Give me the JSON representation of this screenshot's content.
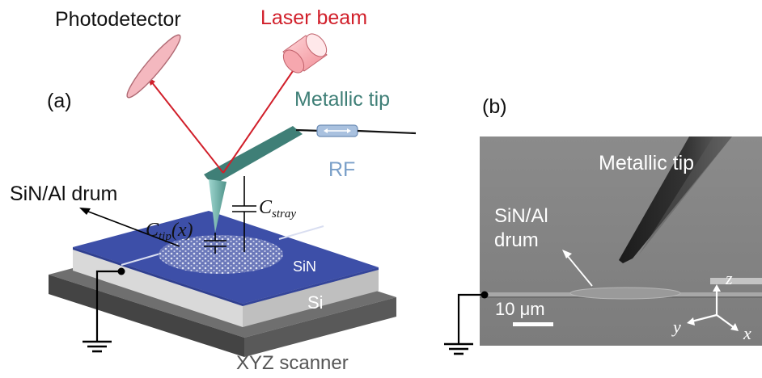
{
  "panel_a": {
    "label": "(a)",
    "photodetector": "Photodetector",
    "laser_beam": "Laser beam",
    "metallic_tip": "Metallic tip",
    "rf": "RF",
    "drum": "SiN/Al drum",
    "c_stray_main": "C",
    "c_stray_sub": "stray",
    "c_tip_main": "C",
    "c_tip_sub": "tip",
    "c_tip_arg": "(x)",
    "sin": "SiN",
    "si": "Si",
    "scanner": "XYZ scanner"
  },
  "panel_b": {
    "label": "(b)",
    "metallic_tip": "Metallic tip",
    "drum_line1": "SiN/Al",
    "drum_line2": "drum",
    "scale_bar": "10 μm",
    "axis_z": "z",
    "axis_y": "y",
    "axis_x": "x"
  },
  "colors": {
    "laser": "#d11f2a",
    "tip": "#3f7f77",
    "sin_blue": "#3d4fa8",
    "rf": "#7a9fc8",
    "sem_background": "#858585"
  }
}
